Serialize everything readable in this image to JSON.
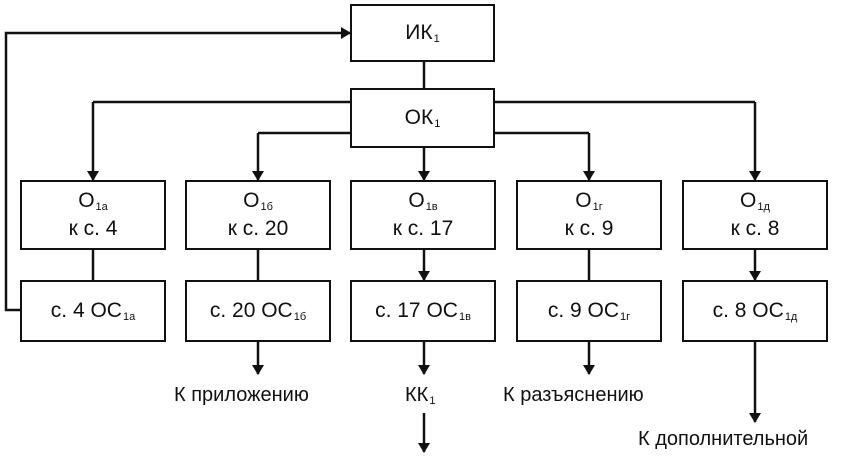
{
  "top": {
    "base": "ИК",
    "sub": "1"
  },
  "main": {
    "base": "ОК",
    "sub": "1"
  },
  "columns": [
    {
      "o_base": "О",
      "o_sub": "1а",
      "ref": "к с. 4",
      "page": "с. 4 ОС",
      "page_sub": "1а"
    },
    {
      "o_base": "О",
      "o_sub": "1б",
      "ref": "к с. 20",
      "page": "с. 20 ОС",
      "page_sub": "1б"
    },
    {
      "o_base": "О",
      "o_sub": "1в",
      "ref": "к с. 17",
      "page": "с. 17 ОС",
      "page_sub": "1в"
    },
    {
      "o_base": "О",
      "o_sub": "1г",
      "ref": "к с. 9",
      "page": "с. 9 ОС",
      "page_sub": "1г"
    },
    {
      "o_base": "О",
      "o_sub": "1д",
      "ref": "к с. 8",
      "page": "с. 8 ОС",
      "page_sub": "1д"
    }
  ],
  "outputs": {
    "appendix": "К приложению",
    "kk_base": "КК",
    "kk_sub": "1",
    "clarification": "К разъяснению",
    "additional": "К дополнительной"
  }
}
